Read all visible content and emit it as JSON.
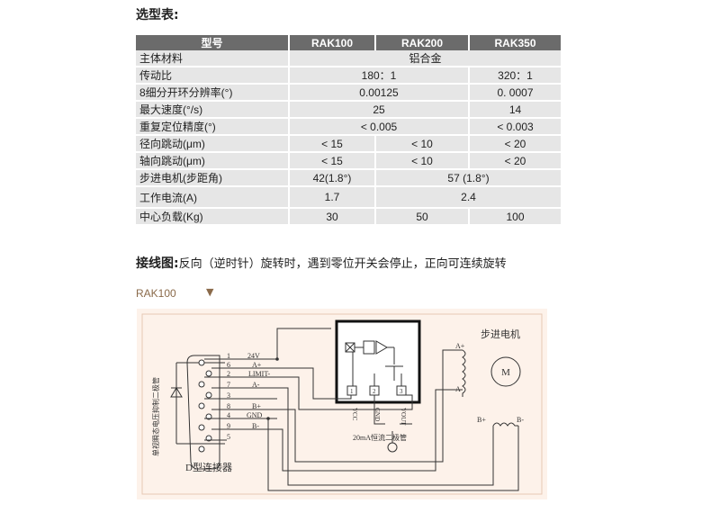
{
  "selection": {
    "title": "选型表:",
    "headers": [
      "型号",
      "RAK100",
      "RAK200",
      "RAK350"
    ],
    "rows": [
      {
        "label": "主体材料",
        "span": "铝合金"
      },
      {
        "label": "传动比",
        "group12": "180：1",
        "v3": "320：1"
      },
      {
        "label": "8细分开环分辨率(°)",
        "group12": "0.00125",
        "v3": "0. 0007"
      },
      {
        "label": "最大速度(°/s)",
        "group12": "25",
        "v3": "14"
      },
      {
        "label": "重复定位精度(°)",
        "group12": "< 0.005",
        "v3": "< 0.003"
      },
      {
        "label": "径向跳动(μm)",
        "v1": "< 15",
        "v2": "< 10",
        "v3": "< 20"
      },
      {
        "label": "轴向跳动(μm)",
        "v1": "< 15",
        "v2": "< 10",
        "v3": "< 20"
      },
      {
        "label": "步进电机(步距角)",
        "v1": "42(1.8°)",
        "group23": "57 (1.8°)"
      },
      {
        "label": "工作电流(A)",
        "v1": "1.7",
        "group23": "2.4"
      },
      {
        "label": "中心负载(Kg)",
        "v1": "30",
        "v2": "50",
        "v3": "100"
      }
    ]
  },
  "wiring": {
    "title": "接线图:",
    "desc": "反向（逆时针）旋转时，遇到零位开关会停止，正向可连续旋转",
    "model_tag": "RAK100",
    "arrow": "▼"
  },
  "diagram": {
    "side_label": "单视瞬态电压抑制二极管",
    "connector_label": "D型连接器",
    "motor_label": "步进电机",
    "motor_symbol": "M",
    "diode_label": "20mA恒流二极管",
    "pins": [
      {
        "num": "1",
        "signal": "24V"
      },
      {
        "num": "6",
        "signal": "A+"
      },
      {
        "num": "2",
        "signal": "LIMIT-"
      },
      {
        "num": "7",
        "signal": "A-"
      },
      {
        "num": "3",
        "signal": ""
      },
      {
        "num": "8",
        "signal": "B+"
      },
      {
        "num": "4",
        "signal": "GND"
      },
      {
        "num": "9",
        "signal": "B-"
      },
      {
        "num": "5",
        "signal": ""
      }
    ],
    "sensor_pins": [
      "VCC",
      "GND",
      "VOUT"
    ],
    "sensor_pin_nums": [
      "1",
      "2",
      "3"
    ],
    "coil_labels": {
      "a_plus": "A+",
      "a_minus": "A-",
      "b_plus": "B+",
      "b_minus": "B-"
    }
  }
}
